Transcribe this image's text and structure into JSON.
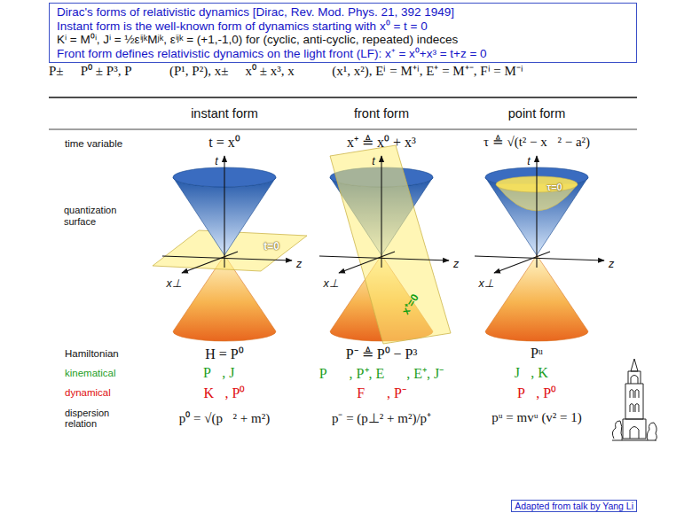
{
  "diagram": {
    "nodes": [
      {
        "text": [
          "Dirac's forms of relativistic dynamics [Dirac, Rev. Mod. Phys. 21, 392 1949]",
          "Instant form is the well-known form of dynamics starting with x⁰ = t = 0",
          "Kⁱ = M⁰ⁱ, Jⁱ = ½εⁱʲᵏMʲᵏ, εⁱʲᵏ = (+1,-1,0) for (cyclic, anti-cyclic, repeated) indeces",
          "Front form defines relativistic dynamics on the light front (LF): x⁺ = x⁰+x³ = t+z = 0"
        ]
      },
      {
        "text": [
          "Adapted from talk by Yang Li"
        ]
      }
    ],
    "labels": [
      "P± ≜ P⁰ ± P³, P⃗⊥ ≜ (P¹, P²), x± ≜ x⁰ ± x³, x⃗⊥ ≜ (x¹, x²), Eⁱ = M⁺ⁱ, E⁺ = M⁺⁻, Fⁱ = M⁻ⁱ",
      "instant form",
      "front form",
      "point form",
      "time variable",
      "t = x⁰",
      "x⁺ ≜ x⁰ + x³",
      "τ ≜ √(t² − x⃗² − a²)",
      "t",
      "t",
      "t",
      "quantization surface",
      "t=0",
      "x⁺=0",
      "τ=0",
      "z",
      "z",
      "z",
      "x⊥",
      "x⊥",
      "x⊥",
      "Hamiltonian",
      "H = P⁰",
      "P⁻ ≜ P⁰ − P³",
      "Pᵘ",
      "kinematical",
      "P⃗, J⃗",
      "P⃗⊥, P⁺, E⃗⊥, E⁺, J⁻",
      "J⃗, K⃗",
      "dynamical",
      "K⃗, P⁰",
      "F⃗⊥, P⁻",
      "P⃗, P⁰",
      "dispersion relation",
      "p⁰ = √(p⃗² + m²)",
      "p⁻ = (p⊥² + m²)/p⁺",
      "pᵘ = mvᵘ (v² = 1)"
    ]
  }
}
